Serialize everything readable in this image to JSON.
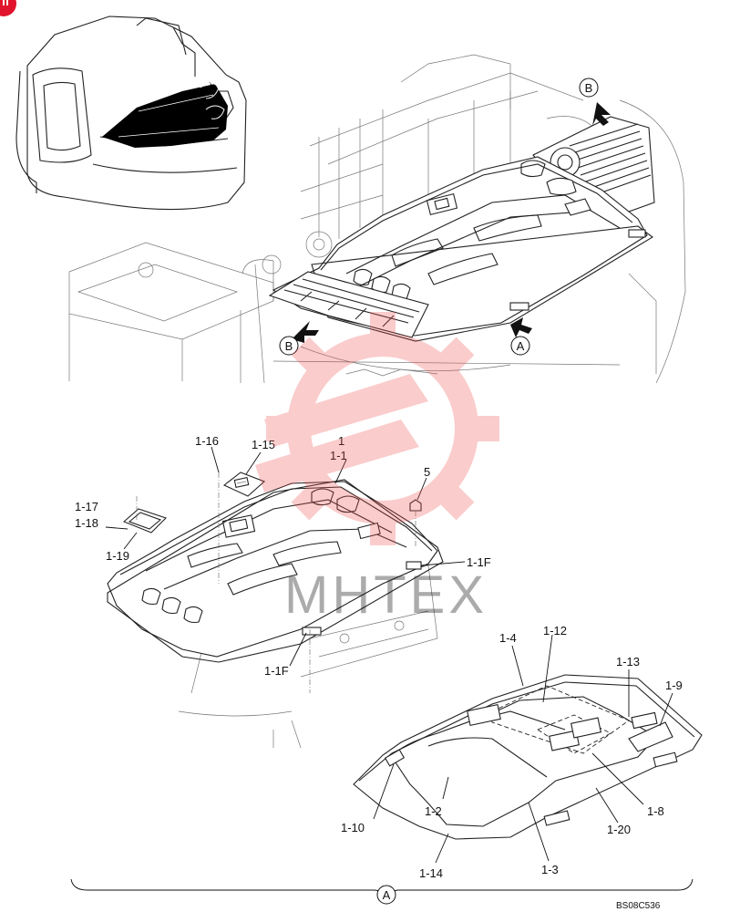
{
  "drawing": {
    "code": "BS08C536",
    "bracket_label": "A",
    "watermark_text": "MHTEX",
    "colors": {
      "line": "#222222",
      "watermark": "#f04a4a",
      "corner_badge": "#e0142c",
      "silhouette": "#000000"
    }
  },
  "view_markers": [
    {
      "letter": "B",
      "id": "top-right"
    },
    {
      "letter": "B",
      "id": "left"
    },
    {
      "letter": "A",
      "id": "front"
    }
  ],
  "callouts": [
    {
      "id": "c1",
      "text": "1"
    },
    {
      "id": "c1-1",
      "text": "1-1"
    },
    {
      "id": "c1-16",
      "text": "1-16"
    },
    {
      "id": "c1-15",
      "text": "1-15"
    },
    {
      "id": "c5",
      "text": "5"
    },
    {
      "id": "c1-17",
      "text": "1-17"
    },
    {
      "id": "c1-18",
      "text": "1-18"
    },
    {
      "id": "c1-19",
      "text": "1-19"
    },
    {
      "id": "c1-1F-r",
      "text": "1-1F"
    },
    {
      "id": "c1-1F-l",
      "text": "1-1F"
    },
    {
      "id": "c1-4",
      "text": "1-4"
    },
    {
      "id": "c1-12",
      "text": "1-12"
    },
    {
      "id": "c1-13",
      "text": "1-13"
    },
    {
      "id": "c1-9",
      "text": "1-9"
    },
    {
      "id": "c1-10",
      "text": "1-10"
    },
    {
      "id": "c1-2",
      "text": "1-2"
    },
    {
      "id": "c1-8",
      "text": "1-8"
    },
    {
      "id": "c1-20",
      "text": "1-20"
    },
    {
      "id": "c1-14",
      "text": "1-14"
    },
    {
      "id": "c1-3",
      "text": "1-3"
    }
  ]
}
